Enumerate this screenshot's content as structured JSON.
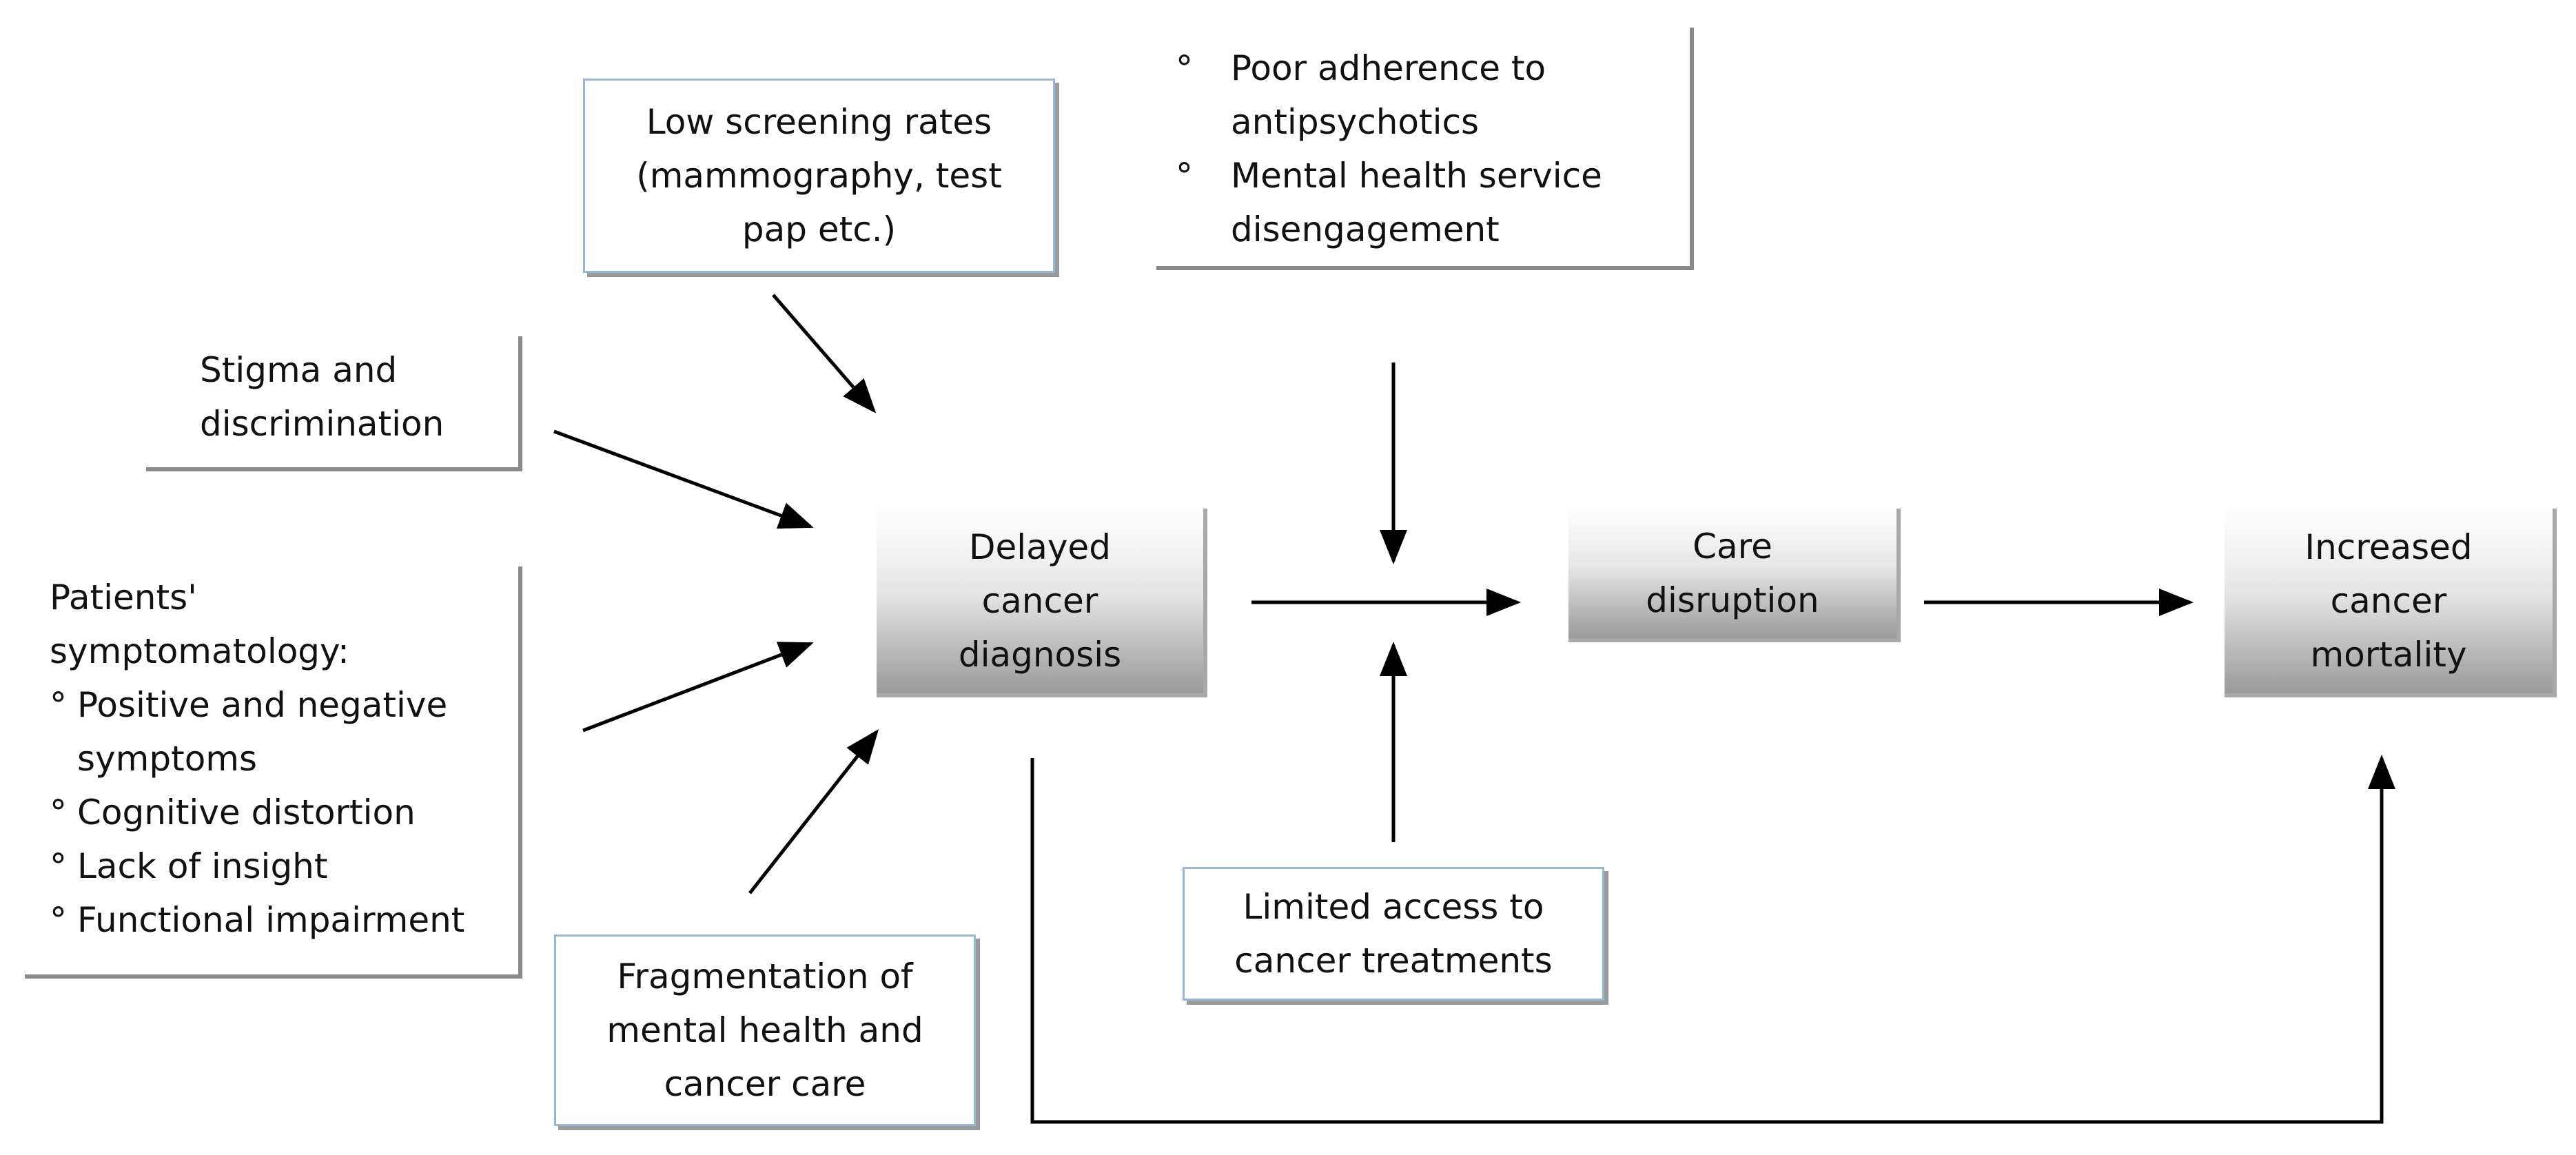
{
  "nodes": {
    "low_screening": {
      "lines": [
        "Low screening rates",
        "(mammography, test",
        "pap etc.)"
      ]
    },
    "adherence": {
      "bullet": "°",
      "items": [
        [
          "Poor adherence to",
          "antipsychotics"
        ],
        [
          "Mental health service",
          "disengagement"
        ]
      ]
    },
    "stigma": {
      "lines": [
        "Stigma and",
        "discrimination"
      ]
    },
    "symptomatology": {
      "heading": [
        "Patients'",
        "symptomatology:"
      ],
      "bullet": "°",
      "items": [
        [
          "Positive and negative",
          "symptoms"
        ],
        [
          "Cognitive distortion"
        ],
        [
          "Lack of insight"
        ],
        [
          "Functional impairment"
        ]
      ]
    },
    "delayed": {
      "lines": [
        "Delayed",
        "cancer",
        "diagnosis"
      ]
    },
    "care": {
      "lines": [
        "Care",
        "disruption"
      ]
    },
    "mortality": {
      "lines": [
        "Increased",
        "cancer",
        "mortality"
      ]
    },
    "limited": {
      "lines": [
        "Limited access to",
        "cancer treatments"
      ]
    },
    "fragmentation": {
      "lines": [
        "Fragmentation of",
        "mental health and",
        "cancer care"
      ]
    }
  },
  "colors": {
    "box_border": "#9ab6d3",
    "shadow": "#8a8a8a",
    "arrow": "#000000"
  }
}
